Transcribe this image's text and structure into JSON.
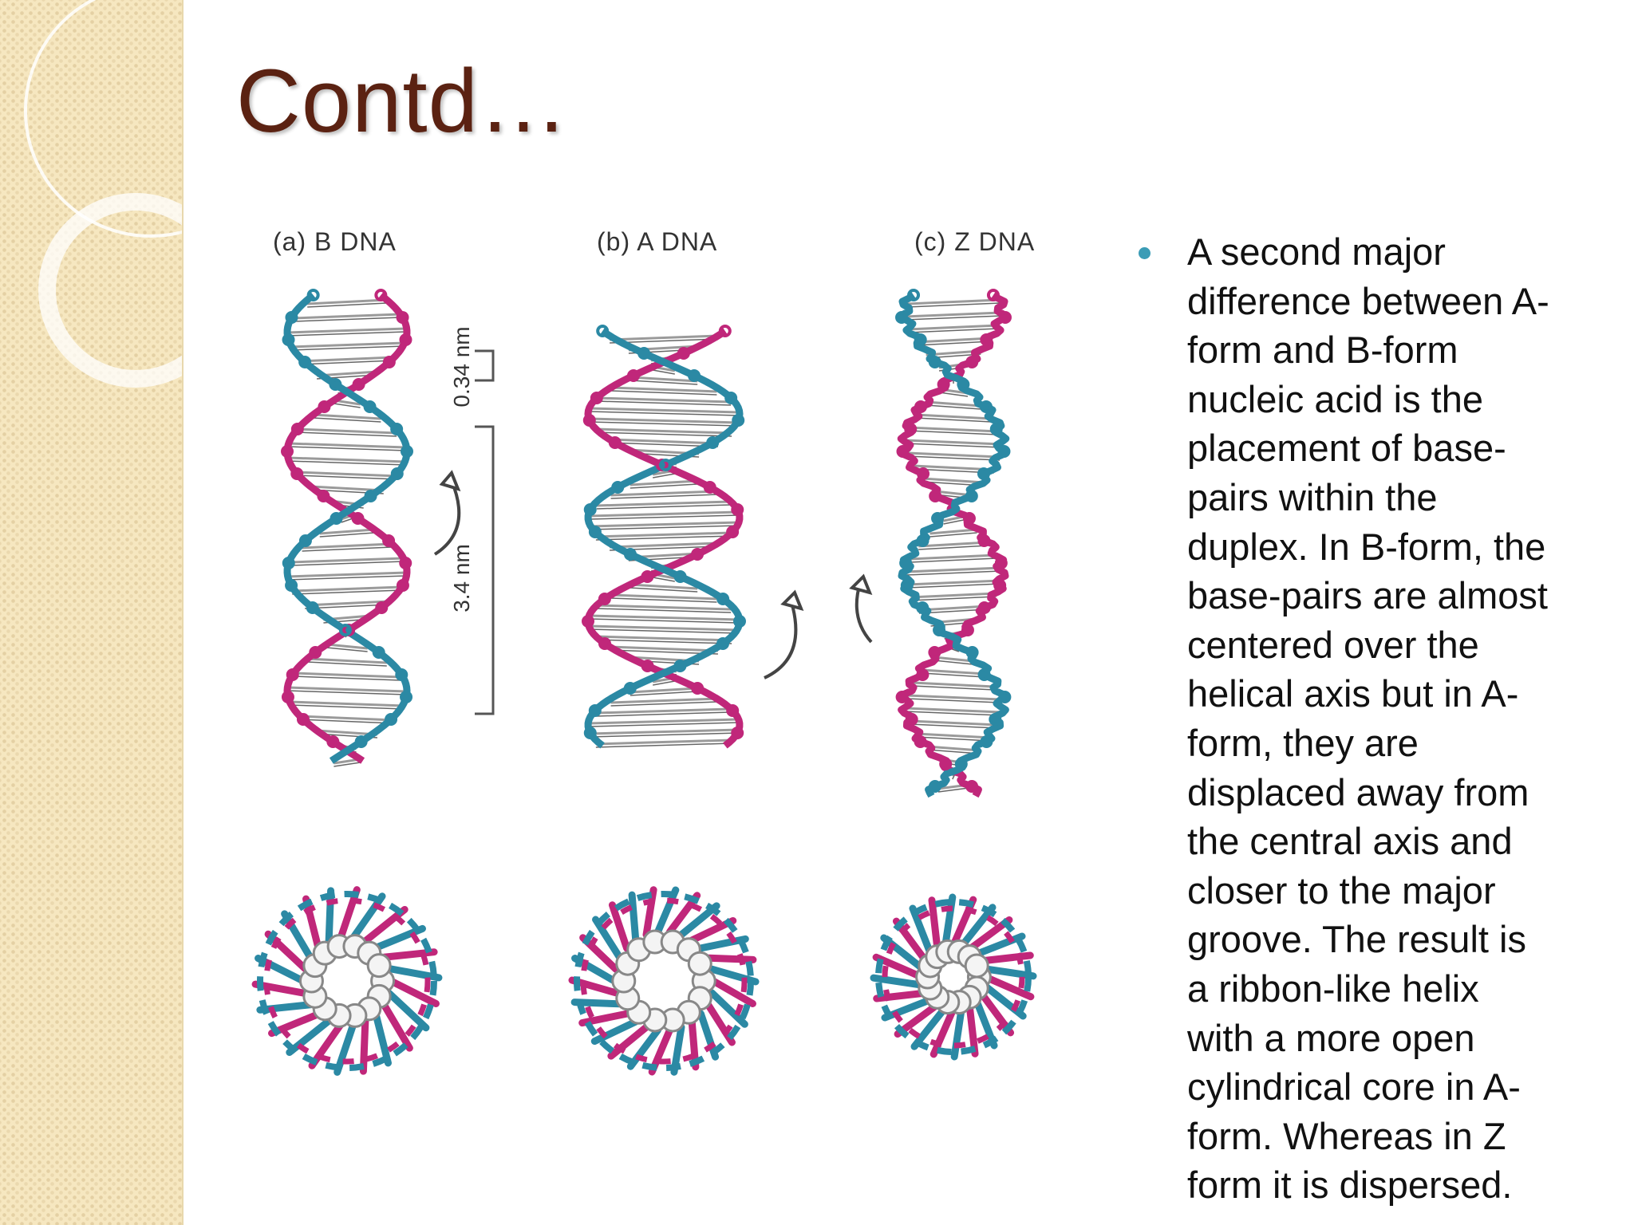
{
  "slide": {
    "title": "Contd…",
    "figure": {
      "panels": [
        {
          "label": "(a)  B DNA"
        },
        {
          "label": "(b)  A DNA"
        },
        {
          "label": "(c)  Z DNA"
        }
      ],
      "annotations": {
        "rise": "0.34 nm",
        "pitch": "3.4 nm"
      }
    },
    "bullets": [
      "A second major\ndifference between A-\nform and B-form\nnucleic acid is the\nplacement of base-\npairs within the\nduplex. In B-form, the\nbase-pairs are almost\ncentered over the\nhelical axis but in A-\nform, they are\ndisplaced away from\nthe central axis and\ncloser to the major\ngroove. The result is\na ribbon-like helix\nwith a more open\ncylindrical core in A-\nform. Whereas in Z\nform it is dispersed."
    ],
    "colors": {
      "title": "#5b2212",
      "strand_magenta": "#c0277a",
      "strand_teal": "#2b89a4",
      "base_gray": "#9a9a9a",
      "bullet": "#3b9cb6",
      "sidebar": "#f6e7c0"
    }
  }
}
